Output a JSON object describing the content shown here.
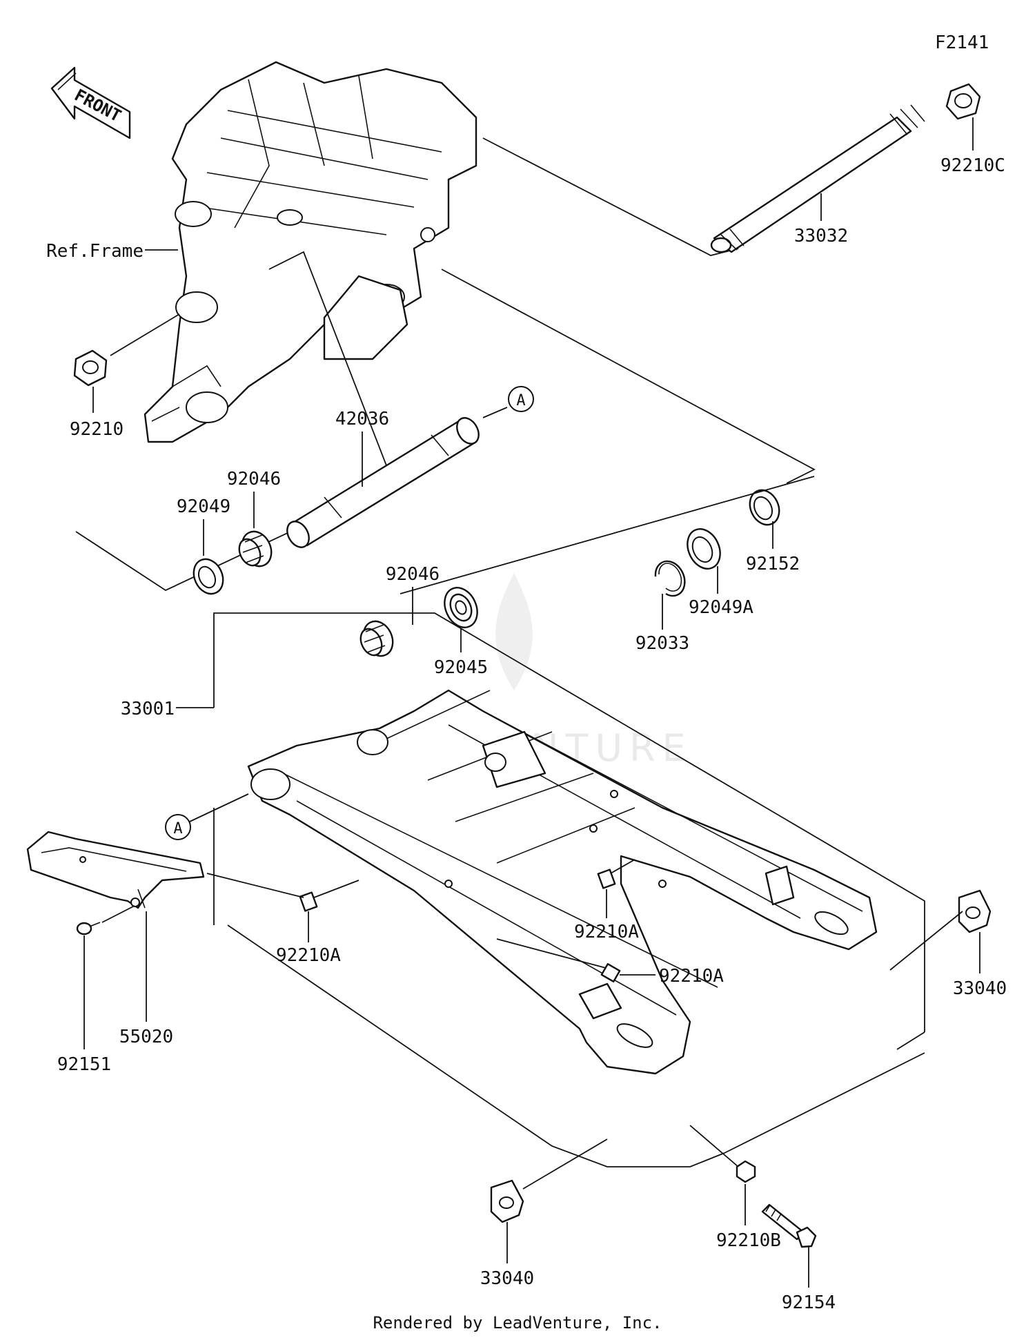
{
  "figure_id": "F2141",
  "front_label": "FRONT",
  "frame_label": "Ref.Frame",
  "callout_letter": "A",
  "watermark": "LEADVENTURE",
  "footer": "Rendered by LeadVenture, Inc.",
  "parts": {
    "p92210C": "92210C",
    "p33032": "33032",
    "p92210": "92210",
    "p42036": "42036",
    "p92046_top": "92046",
    "p92049": "92049",
    "p92046_mid": "92046",
    "p92045": "92045",
    "p92033": "92033",
    "p92049A": "92049A",
    "p92152": "92152",
    "p33001": "33001",
    "p92210A_left": "92210A",
    "p92210A_mid": "92210A",
    "p92210A_low": "92210A",
    "p55020": "55020",
    "p92151": "92151",
    "p33040_right": "33040",
    "p33040_bottom": "33040",
    "p92210B": "92210B",
    "p92154": "92154"
  }
}
